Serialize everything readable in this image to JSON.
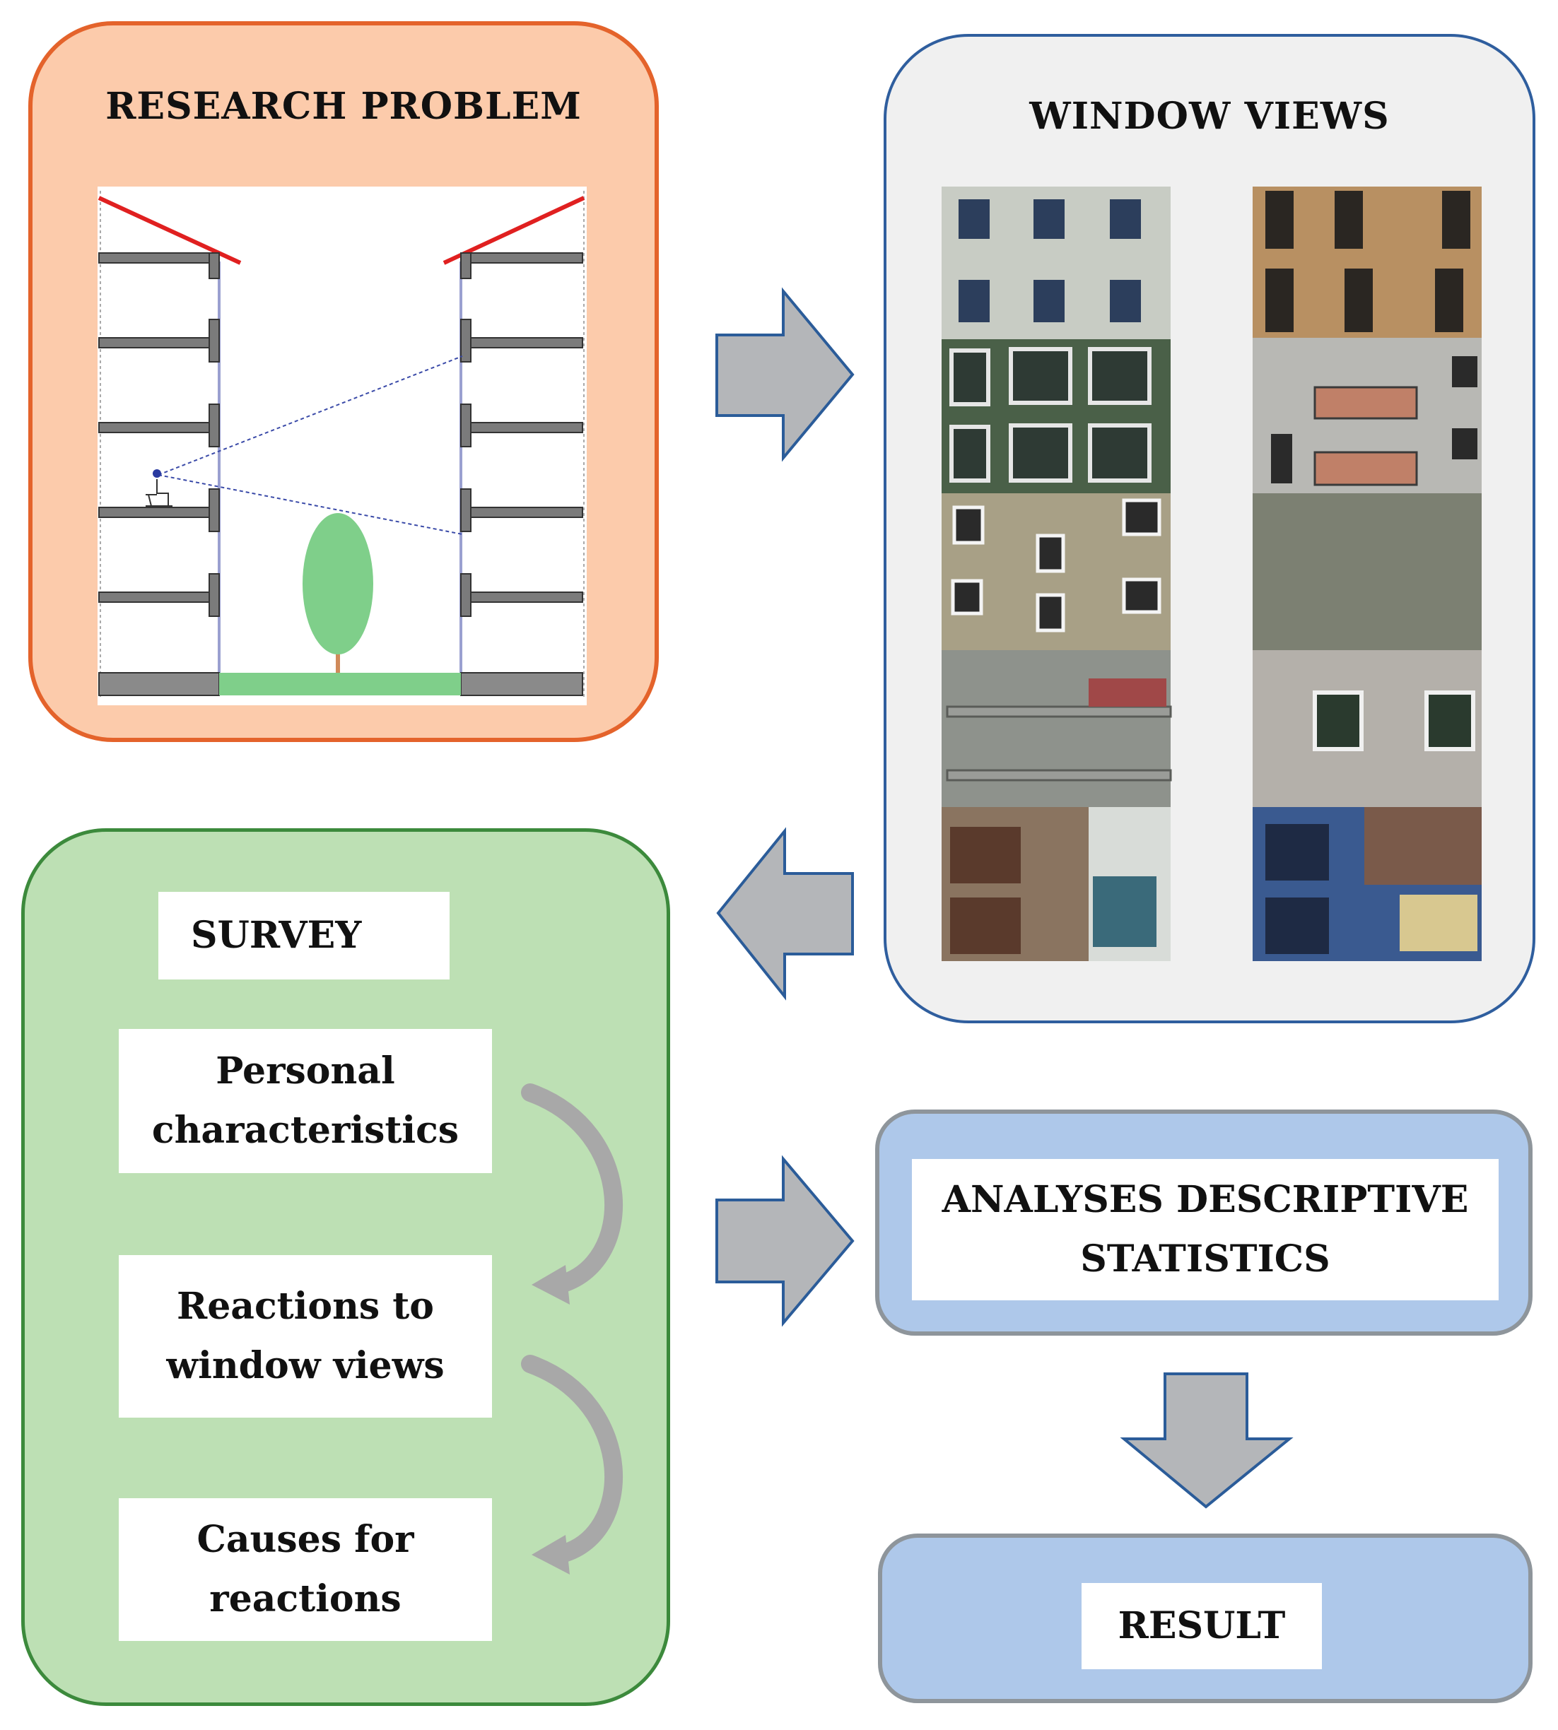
{
  "research_problem": {
    "title": "RESEARCH PROBLEM"
  },
  "window_views": {
    "title": "WINDOW VIEWS"
  },
  "survey": {
    "title": "SURVEY",
    "steps": [
      {
        "line1": "Personal",
        "line2": "characteristics"
      },
      {
        "line1": "Reactions to",
        "line2": "window views"
      },
      {
        "line1": "Causes for",
        "line2": "reactions"
      }
    ]
  },
  "analyses": {
    "line1": "ANALYSES DESCRIPTIVE",
    "line2": "STATISTICS"
  },
  "result": {
    "title": "RESULT"
  },
  "colors": {
    "research_fill": "#fccbab",
    "research_border": "#e4632b",
    "views_fill": "#f0f0f0",
    "views_border": "#2f5e9e",
    "survey_fill": "#bde0b4",
    "survey_border": "#3c8a3c",
    "analysis_fill": "#aec8ea",
    "analysis_border": "#8e959b",
    "arrow_fill": "#b4b6b9",
    "arrow_border": "#2b5c99"
  }
}
